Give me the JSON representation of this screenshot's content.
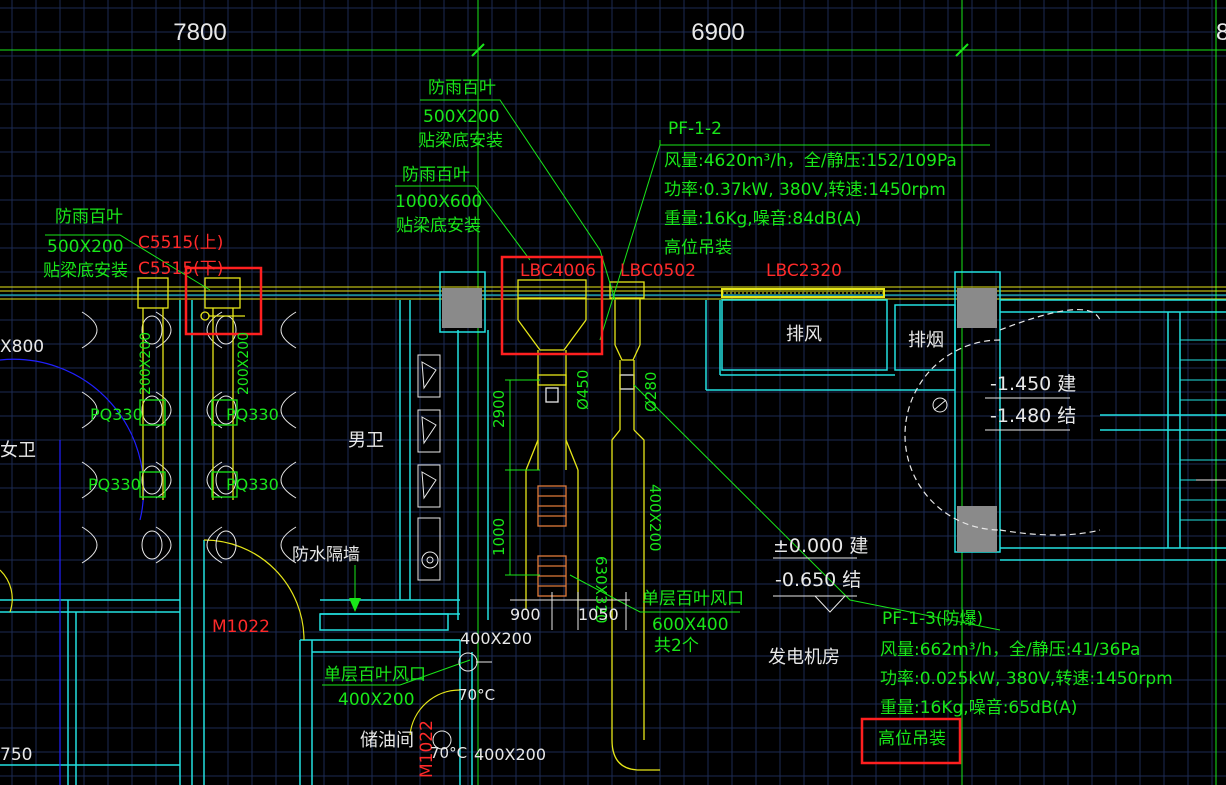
{
  "colors": {
    "background": "#000000",
    "grid": "#1c2a52",
    "green": "#19e619",
    "cyan": "#22e0e0",
    "yellow": "#e6e619",
    "red": "#ff2a2a",
    "white": "#e8e8e8",
    "orange": "#e07b3a",
    "blue": "#2020ff",
    "gray": "#8a8a8a",
    "highlight": "#ff2020"
  },
  "dimensions": {
    "left": "7800",
    "mid": "6900",
    "right_cut": "8",
    "left_edge": "X800",
    "bottom_left": "750"
  },
  "notes": {
    "louver1": {
      "title": "防雨百叶",
      "size": "500X200",
      "install": "贴梁底安装"
    },
    "louver2": {
      "title": "防雨百叶",
      "size": "1000X600",
      "install": "贴梁底安装"
    },
    "louver3": {
      "title": "防雨百叶",
      "size": "500X200",
      "install": "贴梁底安装"
    }
  },
  "fans": {
    "pf12": {
      "name": "PF-1-2",
      "airflow": "风量:4620m³/h，全/静压:152/109Pa",
      "power": "功率:0.37kW, 380V,转速:1450rpm",
      "weight": "重量:16Kg,噪音:84dB(A)",
      "mount": "高位吊装"
    },
    "pf13": {
      "name": "PF-1-3(防爆)",
      "airflow": "风量:662m³/h，全/静压:41/36Pa",
      "power": "功率:0.025kW, 380V,转速:1450rpm",
      "weight": "重量:16Kg,噪音:65dB(A)",
      "mount": "高位吊装"
    }
  },
  "red_labels": {
    "c5515_up": "C5515(上)",
    "c5515_down": "C5515(下)",
    "lbc4006": "LBC4006",
    "lbc0502": "LBC0502",
    "lbc2320": "LBC2320",
    "m1022": "M1022",
    "m1022b": "M1022"
  },
  "rooms": {
    "men_wc": "男卫",
    "women_wc": "女卫",
    "exhaust": "排风",
    "smoke": "排烟",
    "generator": "发电机房",
    "oil_room": "储油间",
    "waterproof": "防水隔墙"
  },
  "elevations": {
    "e1_build": "-1.450 建",
    "e1_struct": "-1.480 结",
    "e2_build": "±0.000 建",
    "e2_struct": "-0.650 结"
  },
  "ducts": {
    "dia450": "Ø450",
    "dia280": "Ø280",
    "d2900": "2900",
    "d1000": "1000",
    "d630": "630X320",
    "d400x200v": "400X200",
    "d900": "900",
    "d1050": "1050",
    "vert_a": "200X200",
    "vert_b": "200X200",
    "pq1": "PQ330",
    "pq2": "PQ330",
    "pq3": "PQ330",
    "pq4": "PQ330"
  },
  "grilles": {
    "single1_title": "单层百叶风口",
    "single1_size": "600X400",
    "single1_count": "共2个",
    "single2_title": "单层百叶风口",
    "single2_size": "400X200",
    "duct400_a": "400X200",
    "duct400_b": "400X200",
    "fire70_a": "70°C",
    "fire70_b": "70°C"
  }
}
